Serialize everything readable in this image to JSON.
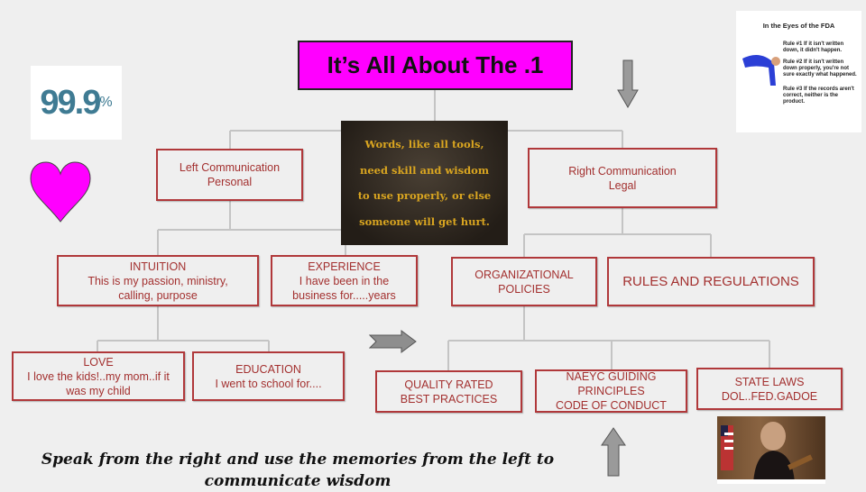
{
  "title": "It’s All About The .1",
  "percent_image": {
    "value": "99.9",
    "suffix": "%"
  },
  "quote_image": {
    "lines": [
      "Words, like all tools,",
      "need skill and wisdom",
      "to use properly, or else",
      "someone will get hurt."
    ]
  },
  "fda_image": {
    "title": "In the Eyes of the FDA",
    "rules": [
      {
        "label": "Rule #1",
        "text": "If it isn't written down, it didn't happen."
      },
      {
        "label": "Rule #2",
        "text": "If it isn't written down properly, you're not sure exactly what happened."
      },
      {
        "label": "Rule #3",
        "text": "If the records aren't correct, neither is the product."
      }
    ]
  },
  "nodes": {
    "left": [
      "Left Communication",
      "Personal"
    ],
    "right": [
      "Right Communication",
      "Legal"
    ],
    "intuition": [
      "INTUITION",
      "This is my passion, ministry, calling, purpose"
    ],
    "experience": [
      "EXPERIENCE",
      "I have been in the business for.....years"
    ],
    "org": [
      "ORGANIZATIONAL",
      "POLICIES"
    ],
    "rules": [
      "RULES AND REGULATIONS"
    ],
    "love": [
      "LOVE",
      "I love the kids!..my mom..if it was my child"
    ],
    "education": [
      "EDUCATION",
      "I went to school for...."
    ],
    "quality": [
      "QUALITY RATED",
      "BEST PRACTICES"
    ],
    "naeyc": [
      "NAEYC GUIDING",
      "PRINCIPLES",
      "CODE OF CONDUCT"
    ],
    "state": [
      "STATE LAWS",
      "DOL..FED.GADOE"
    ]
  },
  "caption": [
    "Speak from the right and use the memories from the left to",
    "communicate wisdom"
  ],
  "colors": {
    "title_bg": "#ff00ff",
    "heart": "#ff00ff",
    "box_border": "#b0383a",
    "box_text": "#a3302f",
    "connector": "#c0c0c0"
  }
}
